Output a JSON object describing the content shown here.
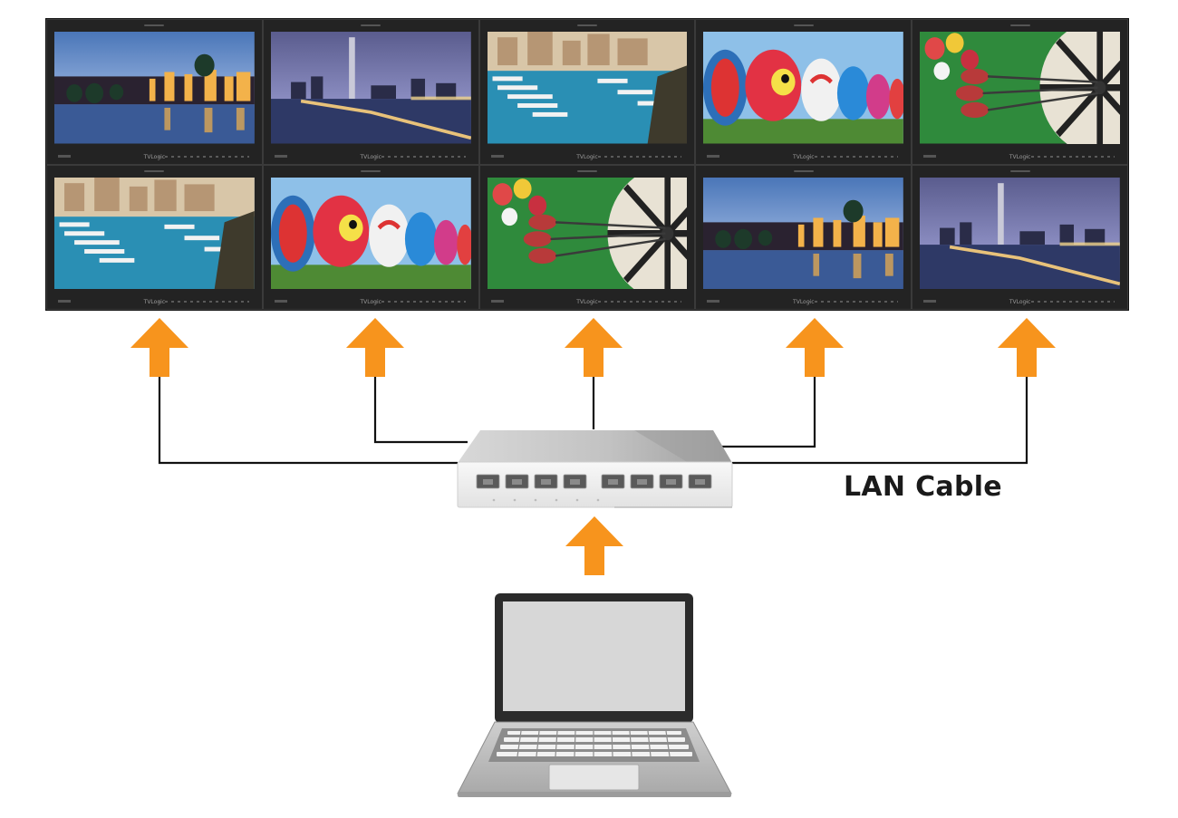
{
  "diagram": {
    "cable_label": "LAN Cable",
    "arrow_color": "#f7941d",
    "wire_color": "#111111",
    "monitor_count": 10,
    "monitor_rows": 2,
    "monitor_columns": 5,
    "monitor_brand": "TVLogic",
    "screen_images": [
      "city-night-canal",
      "skyscraper-night-bridge",
      "marina-harbor",
      "graffiti-birds-wall",
      "darts-board",
      "marina-harbor",
      "graffiti-birds-wall",
      "darts-board",
      "city-night-canal",
      "skyscraper-night-bridge"
    ],
    "devices": [
      "monitor-wall",
      "network-switch",
      "laptop"
    ]
  }
}
